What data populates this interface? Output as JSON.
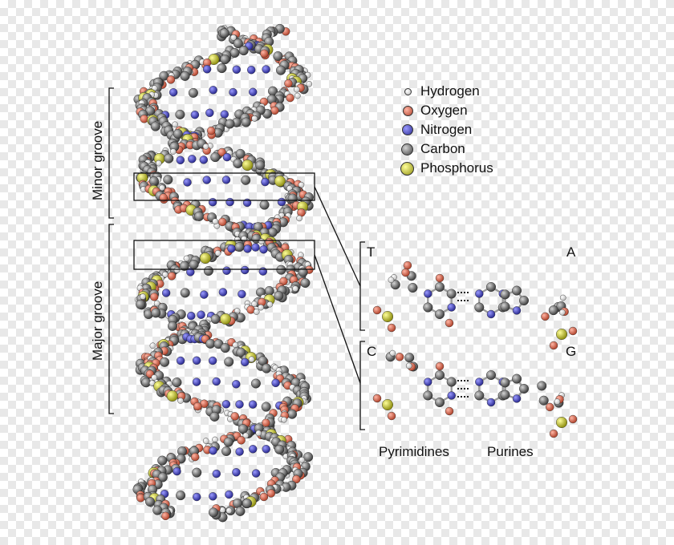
{
  "legend": {
    "items": [
      {
        "label": "Hydrogen",
        "color": "#ffffff",
        "size": 9
      },
      {
        "label": "Oxygen",
        "color": "#e8735a",
        "size": 13
      },
      {
        "label": "Nitrogen",
        "color": "#4a4ad0",
        "size": 13
      },
      {
        "label": "Carbon",
        "color": "#8a8a8a",
        "size": 15
      },
      {
        "label": "Phosphorus",
        "color": "#e8e83a",
        "size": 17
      }
    ]
  },
  "grooves": {
    "minor": "Minor groove",
    "major": "Major groove"
  },
  "base_pairs": {
    "top_left": "T",
    "top_right": "A",
    "bottom_left": "C",
    "bottom_right": "G"
  },
  "captions": {
    "pyrimidines": "Pyrimidines",
    "purines": "Purines"
  },
  "colors": {
    "hydrogen": "#f4f4f4",
    "oxygen": "#e0705a",
    "nitrogen": "#4848c8",
    "carbon": "#7c7c7c",
    "phosphorus": "#d8d83a"
  }
}
